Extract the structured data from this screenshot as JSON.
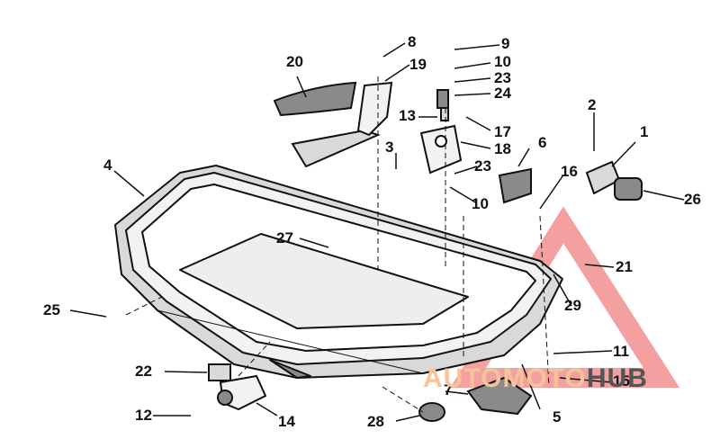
{
  "diagram": {
    "part_numbers": [
      "1",
      "2",
      "3",
      "4",
      "5",
      "6",
      "7",
      "8",
      "9",
      "10",
      "10",
      "11",
      "12",
      "13",
      "14",
      "15",
      "16",
      "17",
      "18",
      "19",
      "20",
      "21",
      "22",
      "23",
      "23",
      "24",
      "25",
      "26",
      "27",
      "28",
      "29"
    ]
  },
  "watermark": {
    "word_a": "AUTOMOTO",
    "word_b": "HUB",
    "color_a": "#f6c49a",
    "color_b": "#555555",
    "triangle_color": "#f08080"
  },
  "colors": {
    "line": "#111111",
    "fill_light": "#f2f2f2",
    "fill_mid": "#d9d9d9",
    "fill_dark": "#8a8a8a"
  }
}
